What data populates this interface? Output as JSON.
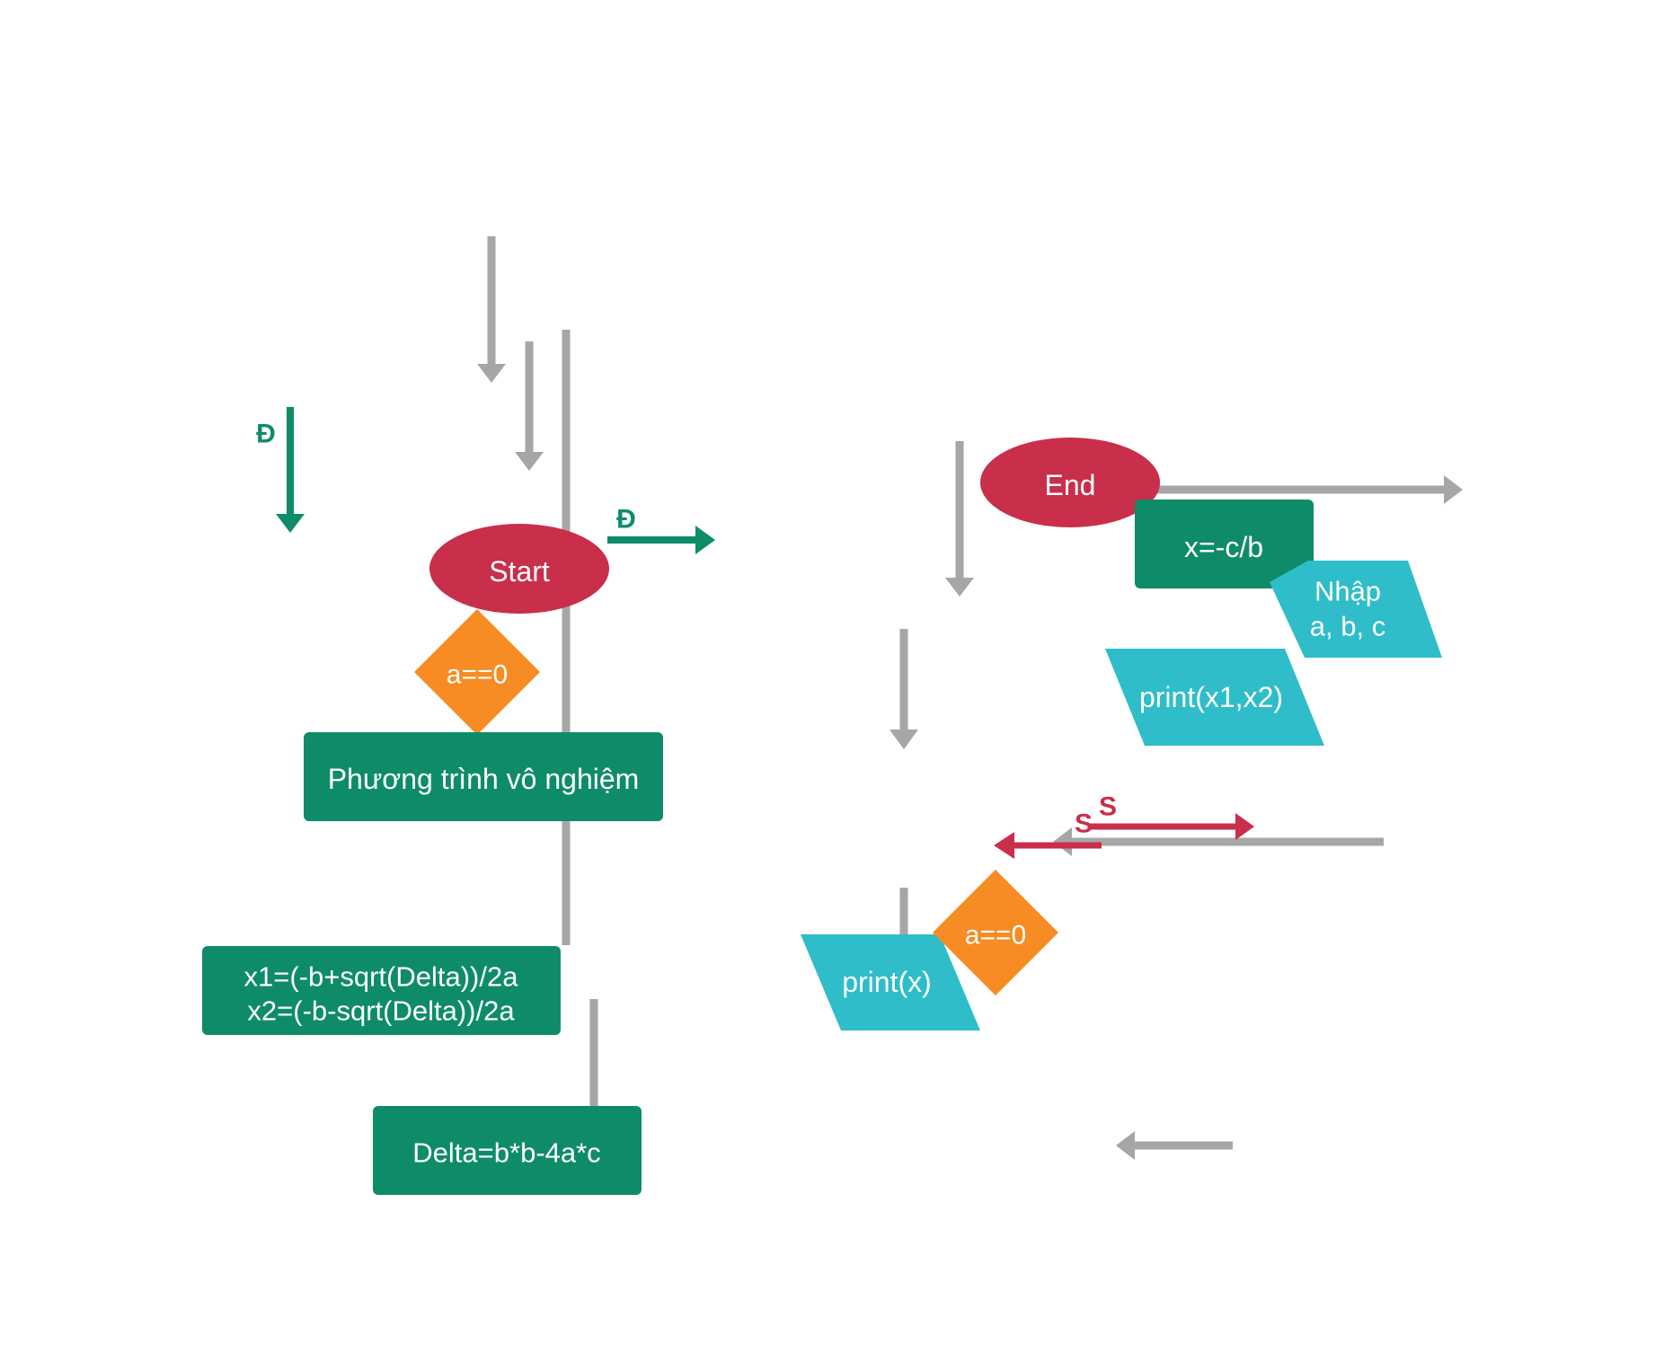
{
  "colors": {
    "terminal": "#c92e4b",
    "process": "#0e8c69",
    "decision": "#f78b24",
    "io": "#2fbdc9",
    "connector": "#a6a6a6",
    "yes_arrow": "#0e8c69",
    "no_arrow": "#c92e4b"
  },
  "nodes": {
    "start": "Start",
    "end": "End",
    "decision_left": "a==0",
    "decision_right": "a==0",
    "no_solution": "Phương trình vô nghiệm",
    "roots_line1": "x1=(-b+sqrt(Delta))/2a",
    "roots_line2": "x2=(-b-sqrt(Delta))/2a",
    "delta": "Delta=b*b-4a*c",
    "linear_solution": "x=-c/b",
    "input_line1": "Nhập",
    "input_line2": "a, b, c",
    "print_roots": "print(x1,x2)",
    "print_x": "print(x)"
  },
  "edge_labels": {
    "yes_down": "Đ",
    "yes_right": "Đ",
    "no_upper": "S",
    "no_lower": "S"
  }
}
